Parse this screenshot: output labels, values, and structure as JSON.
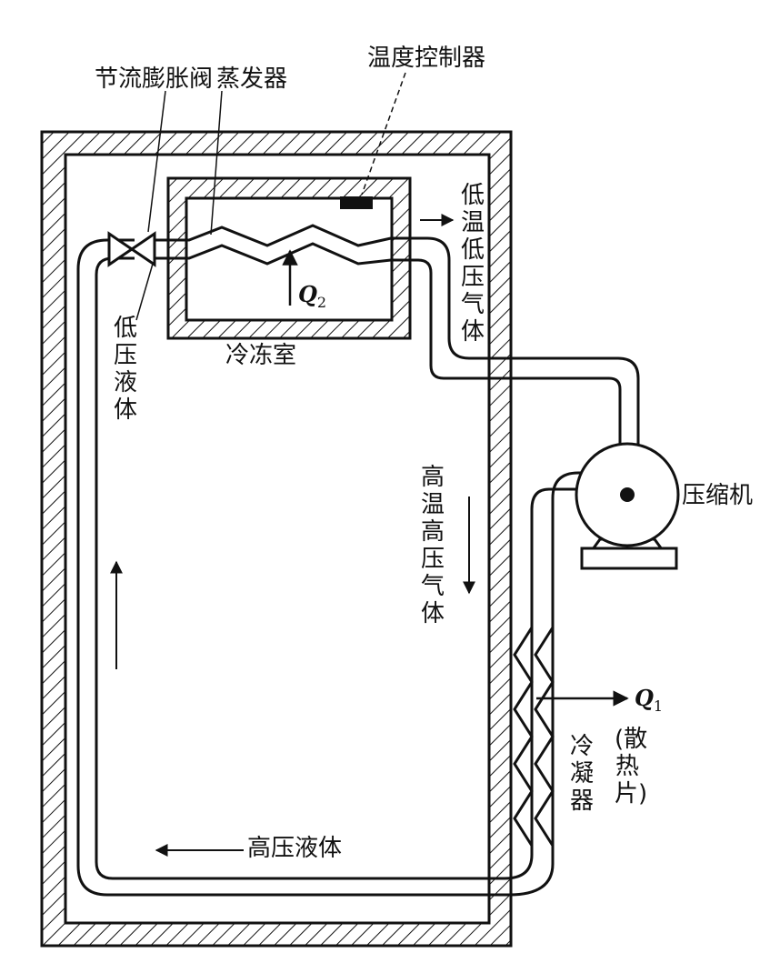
{
  "labels": {
    "throttle_valve": "节流膨胀阀",
    "evaporator": "蒸发器",
    "temp_controller": "温度控制器",
    "low_temp_low_pressure_gas": "低温低压气体",
    "low_pressure_liquid": "低压液体",
    "freezer": "冷冻室",
    "high_temp_high_pressure_gas": "高温高压气体",
    "compressor": "压缩机",
    "condenser": "冷凝器",
    "heat_sink": "(散热片)",
    "high_pressure_liquid": "高压液体"
  },
  "heat": {
    "q2_symbol": "Q",
    "q2_sub": "2",
    "q1_symbol": "Q",
    "q1_sub": "1"
  }
}
